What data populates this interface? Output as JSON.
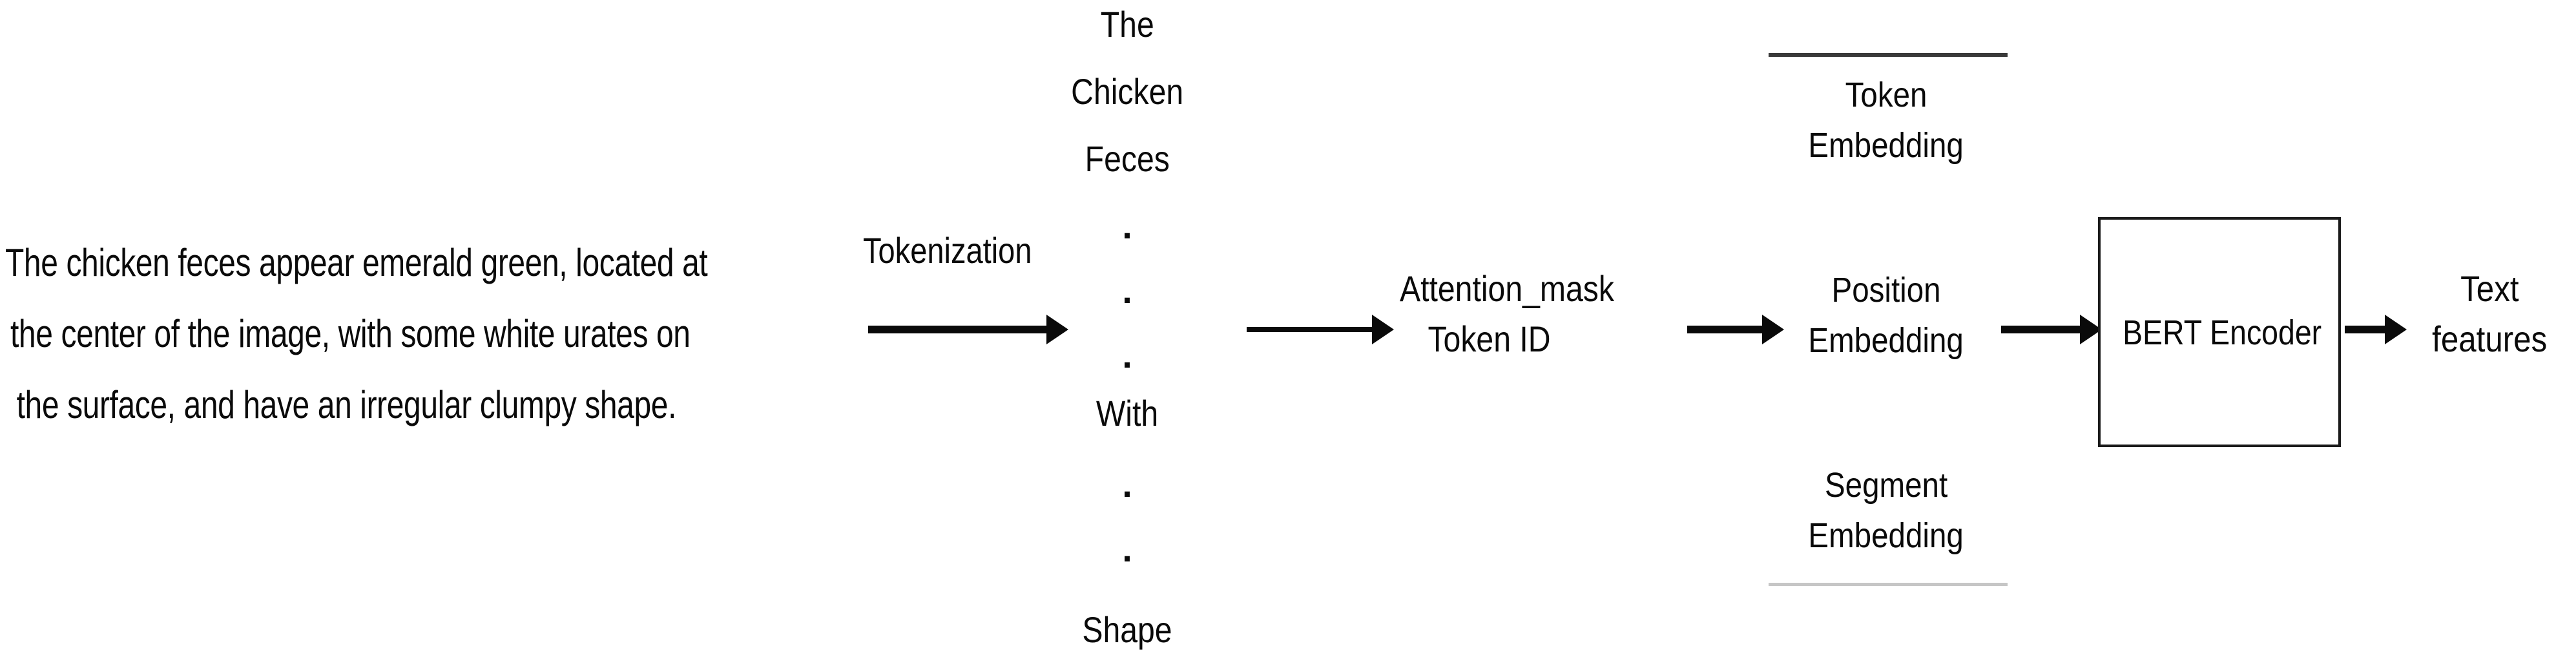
{
  "diagram": {
    "title": "BERT text feature extraction pipeline",
    "colors": {
      "ink": "#0a0a0a",
      "rule_dark": "#3a3a3a",
      "rule_light": "#c6c6c6",
      "box_border": "#1b1b1b",
      "background": "#ffffff"
    }
  },
  "caption": {
    "line1": "The chicken feces appear emerald green, located at",
    "line2": "the center of the image, with some white urates on",
    "line3": "the surface, and have an irregular clumpy shape."
  },
  "tokenization": {
    "label": "Tokenization"
  },
  "token_list": {
    "items": [
      {
        "type": "token",
        "label": "The"
      },
      {
        "type": "token",
        "label": "Chicken"
      },
      {
        "type": "token",
        "label": "Feces"
      },
      {
        "type": "ellipsis",
        "label": "."
      },
      {
        "type": "ellipsis",
        "label": "."
      },
      {
        "type": "ellipsis",
        "label": "."
      },
      {
        "type": "token",
        "label": "With"
      },
      {
        "type": "ellipsis",
        "label": "."
      },
      {
        "type": "ellipsis",
        "label": "."
      },
      {
        "type": "token",
        "label": "Shape"
      }
    ]
  },
  "encoding_inputs": {
    "line1": "Attention_mask",
    "line2": "Token ID"
  },
  "embeddings": {
    "groups": [
      {
        "line1": "Token",
        "line2": "Embedding"
      },
      {
        "line1": "Position",
        "line2": "Embedding"
      },
      {
        "line1": "Segment",
        "line2": "Embedding"
      }
    ]
  },
  "encoder": {
    "label": "BERT Encoder"
  },
  "output": {
    "line1": "Text",
    "line2": "features"
  }
}
